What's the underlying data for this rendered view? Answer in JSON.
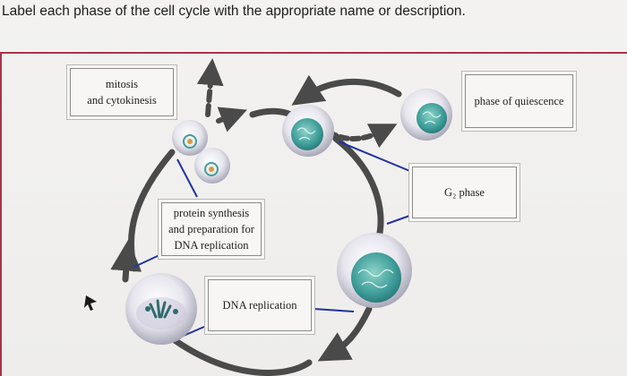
{
  "instruction": "Label each phase of the cell cycle with the appropriate name or description.",
  "labels": {
    "mitosis": {
      "line1": "mitosis",
      "line2": "and cytokinesis"
    },
    "quiescence": "phase of quiescence",
    "g2": "G₂ phase",
    "protein_synthesis": {
      "line1": "protein synthesis",
      "line2": "and preparation for",
      "line3": "DNA replication"
    },
    "dna_replication": "DNA replication"
  },
  "colors": {
    "frame_accent": "#a8344a",
    "connector_line": "#2233a0",
    "cell_nucleus": "#3f9e9a",
    "arrow": "#4a4a4a"
  }
}
